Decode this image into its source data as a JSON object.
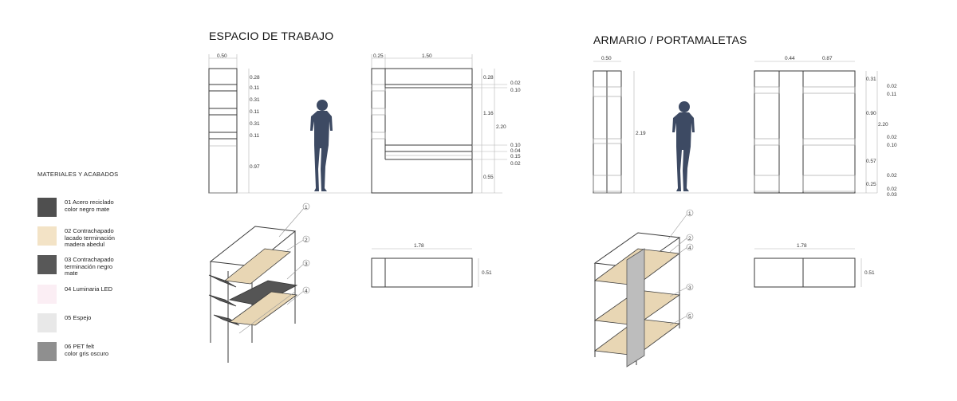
{
  "sections": {
    "workspace_title": "ESPACIO DE TRABAJO",
    "wardrobe_title": "ARMARIO / PORTAMALETAS"
  },
  "legend": {
    "title": "MATERIALES Y ACABADOS",
    "items": [
      {
        "lines": [
          "01 Acero reciclado",
          "color negro mate"
        ],
        "color": "#4f4f4f"
      },
      {
        "lines": [
          "02 Contrachapado",
          "lacado terminación",
          "madera abedul"
        ],
        "color": "#f3e3c6"
      },
      {
        "lines": [
          "03 Contrachapado",
          "terminación negro",
          "mate"
        ],
        "color": "#585858"
      },
      {
        "lines": [
          "04 Luminaria LED"
        ],
        "color": "#fbeef4"
      },
      {
        "lines": [
          "05 Espejo"
        ],
        "color": "#e8e8e8"
      },
      {
        "lines": [
          "06 PET felt",
          "color gris oscuro"
        ],
        "color": "#8f8f8f"
      }
    ]
  },
  "workspace": {
    "side_width": "0.50",
    "side_heights": [
      "0.28",
      "0.11",
      "0.31",
      "0.11",
      "0.31",
      "0.11",
      "0.97"
    ],
    "front_left": "0.25",
    "front_width": "1.50",
    "front_right_top": "0.28",
    "front_right_stack": [
      "0.02",
      "0.10"
    ],
    "front_mid": "1.16",
    "front_total": "2.20",
    "front_right_lower": [
      "0.10",
      "0.04",
      "0.15",
      "0.02"
    ],
    "front_bottom": "0.55",
    "plan_width": "1.78",
    "plan_depth": "0.51",
    "callouts": [
      "1",
      "2",
      "3",
      "4"
    ]
  },
  "wardrobe": {
    "side_width": "0.50",
    "side_height": "2.19",
    "front_left": "0.44",
    "front_right": "0.87",
    "front_top": "0.31",
    "front_right_stack": [
      "0.02",
      "0.11"
    ],
    "front_mid": "0.90",
    "front_total": "2.20",
    "front_mid_stack": [
      "0.02",
      "0.10"
    ],
    "front_lower": "0.57",
    "front_low_stack": [
      "0.02"
    ],
    "front_base": "0.25",
    "front_base_stack": [
      "0.02",
      "0.03"
    ],
    "plan_width": "1.78",
    "plan_depth": "0.51",
    "callouts": [
      "1",
      "2",
      "4",
      "3",
      "5"
    ]
  }
}
